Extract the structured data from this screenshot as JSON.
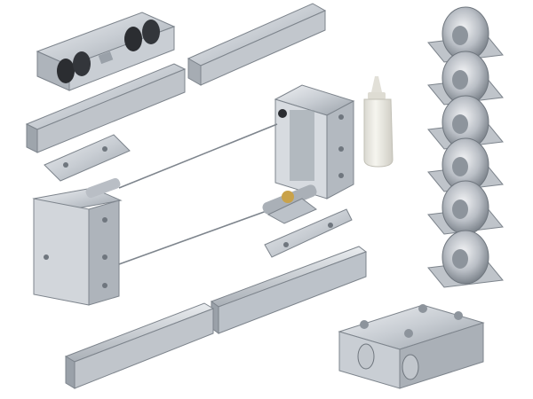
{
  "scene": {
    "background": "#ffffff",
    "colors": {
      "steel_light": "#dfe3e8",
      "steel_mid": "#bcc2c9",
      "steel_dark": "#8d949c",
      "steel_edge": "#6f767e",
      "rubber": "#2b2d31",
      "brass": "#c9a24a",
      "bottle": "#ecebe4"
    },
    "items": [
      "top-carriage-with-rollers",
      "upper-guide-rail-left",
      "upper-guide-rail-right",
      "angle-profile-upper",
      "bracket-small-left",
      "cable-tension-box-right",
      "lubricant-bottle",
      "cable-tension-box-left",
      "tension-spring-mechanism",
      "steel-cables",
      "bracket-small-center",
      "lower-u-channel-left",
      "lower-u-channel-right",
      "v-groove-wheels-stack",
      "guide-roller-bracket"
    ],
    "wheel_count": 6
  }
}
